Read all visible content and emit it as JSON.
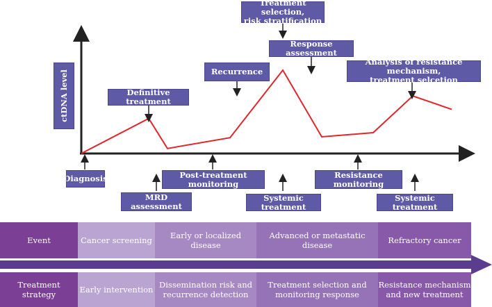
{
  "axis": {
    "y_label": "ctDNA level"
  },
  "timeline_labels": {
    "above": {
      "treatment_selection": "Treatment selection,\nrisk stratification",
      "response_assessment": "Response assessment",
      "recurrence": "Recurrence",
      "definitive_treatment": "Definitive treatment",
      "resistance_analysis": "Analysis of resistance mechanism,\ntreatment selcetion"
    },
    "below": {
      "diagnosis": "Diagnosis",
      "mrd_assessment": "MRD assessment",
      "post_treatment_monitoring": "Post-treatment monitoring",
      "systemic_treatment_1": "Systemic treatment",
      "resistance_monitoring": "Resistance monitoring",
      "systemic_treatment_2": "Systemic treatment"
    }
  },
  "event_row": {
    "header": "Event",
    "cells": [
      "Cancer screening",
      "Early or localized disease",
      "Advanced or metastatic disease",
      "Refractory cancer"
    ]
  },
  "strategy_row": {
    "header": "Treatment strategy",
    "cells": [
      "Early intervention",
      "Dissemination risk and\nrecurrence detection",
      "Treatment selection and\nmonitoring response",
      "Resistance  mechanism\nand new treatment"
    ]
  },
  "colors": {
    "box": "#5f5aa6",
    "line": "#e0262a",
    "axis": "#222222",
    "header": "#7b3f96",
    "col1": "#b9a4d2",
    "col2": "#a688c2",
    "col3": "#9673b6",
    "col4": "#8858a9",
    "arrow": "#5b3d90"
  },
  "ctdna_curve": [
    0.0,
    0.42,
    0.06,
    0.19,
    1.0,
    0.2,
    0.25,
    0.69,
    0.53
  ]
}
